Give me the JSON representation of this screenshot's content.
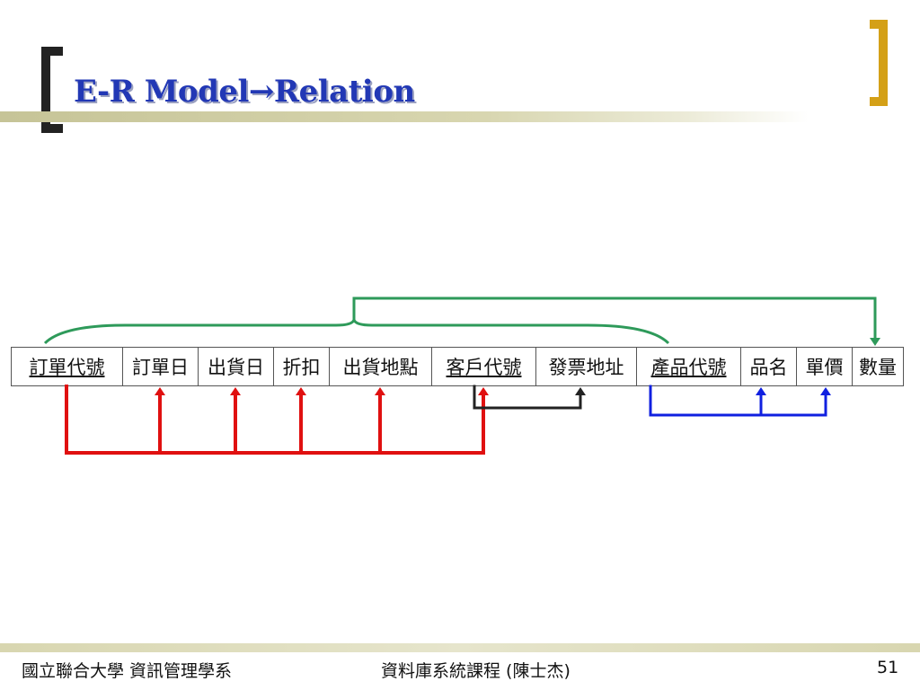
{
  "slide": {
    "title": "E-R Model→Relation",
    "page_number": "51"
  },
  "footer": {
    "left": "國立聯合大學 資訊管理學系",
    "center": "資料庫系統課程 (陳士杰)",
    "page": "51"
  },
  "attributes": [
    {
      "label": "訂單代號",
      "is_key": true
    },
    {
      "label": "訂單日",
      "is_key": false
    },
    {
      "label": "出貨日",
      "is_key": false
    },
    {
      "label": "折扣",
      "is_key": false
    },
    {
      "label": "出貨地點",
      "is_key": false
    },
    {
      "label": "客戶代號",
      "is_key": true
    },
    {
      "label": "發票地址",
      "is_key": false
    },
    {
      "label": "產品代號",
      "is_key": true
    },
    {
      "label": "品名",
      "is_key": false
    },
    {
      "label": "單價",
      "is_key": false
    },
    {
      "label": "數量",
      "is_key": false
    }
  ],
  "dependencies": [
    {
      "from": "訂單代號",
      "to": [
        "訂單日",
        "出貨日",
        "折扣",
        "出貨地點",
        "客戶代號"
      ],
      "color": "#e01010"
    },
    {
      "from": "客戶代號",
      "to": [
        "發票地址"
      ],
      "color": "#222222"
    },
    {
      "from": "產品代號",
      "to": [
        "品名",
        "單價"
      ],
      "color": "#1020e0"
    },
    {
      "from_group": [
        "訂單代號",
        "訂單日",
        "出貨日",
        "折扣",
        "出貨地點",
        "客戶代號",
        "發票地址",
        "產品代號"
      ],
      "to": [
        "數量"
      ],
      "color": "#2e9a5a"
    }
  ],
  "colors": {
    "title": "#2238b5",
    "bracket_left": "#222222",
    "bracket_right": "#d4a017",
    "red_arrow": "#e01010",
    "black_arrow": "#222222",
    "blue_arrow": "#1020e0",
    "green_arrow": "#2e9a5a"
  }
}
